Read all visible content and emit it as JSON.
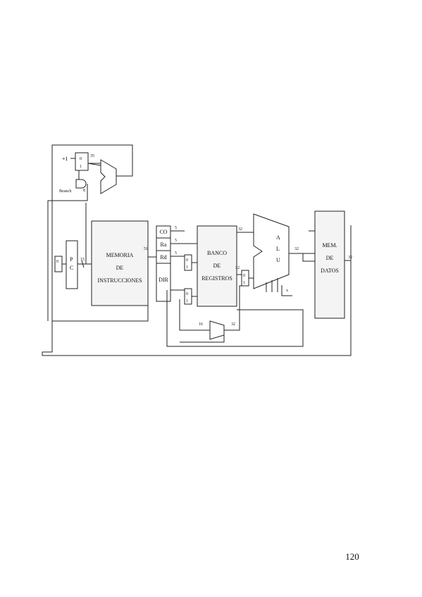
{
  "labels": {
    "plus_one": "+1",
    "pc_mux_in0": "0",
    "pc_mux_in1": "1",
    "adder_bits": "35",
    "branch": "Branch",
    "branch_bits": "8",
    "pc_in_mux_0": "0",
    "pc_p": "P",
    "pc_c": "C",
    "pc_bits": "15",
    "imem_line1": "MEMORIA",
    "imem_line2": "DE",
    "imem_line3": "INSTRUCCIONES",
    "imem_bits": "51",
    "field_co": "CO",
    "field_ra": "Ra",
    "field_rd": "Rd",
    "field_dir": "DIR",
    "co_bits": "5",
    "ra_bits": "5",
    "rd_bits": "5",
    "mux_rd_0": "0",
    "mux_rd_1": "1",
    "mux_dir_0": "0",
    "mux_dir_1": "1",
    "regs_line1": "BANCO",
    "regs_line2": "DE",
    "regs_line3": "REGISTROS",
    "regs_out_bits": "32",
    "alu_a": "A",
    "alu_l": "L",
    "alu_u": "U",
    "alu_mux_0": "0",
    "alu_mux_1": "1",
    "alu_mux_bits": "32",
    "alu_flag": "x",
    "alu_out_bits": "32",
    "mem_line1": "MEM.",
    "mem_line2": "DE",
    "mem_line3": "DATOS",
    "mem_out_bits": "32",
    "ext_in_bits": "16",
    "ext_out_bits": "32"
  },
  "page_number": "120"
}
